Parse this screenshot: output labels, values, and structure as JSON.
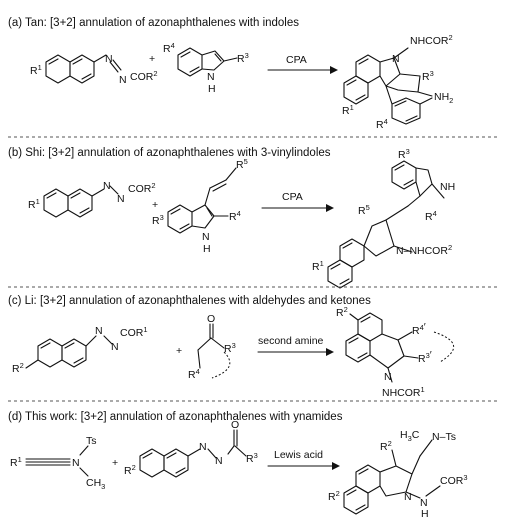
{
  "panels": {
    "a": {
      "title": "(a) Tan: [3+2] annulation of azonaphthalenes with indoles",
      "reagent": "CPA"
    },
    "b": {
      "title": "(b) Shi: [3+2] annulation of azonaphthalenes with 3-vinylindoles",
      "reagent": "CPA"
    },
    "c": {
      "title": "(c) Li: [3+2] annulation of azonaphthalenes with aldehydes and ketones",
      "reagent": "second amine"
    },
    "d": {
      "title": "(d) This work: [3+2] annulation of azonaphthalenes with ynamides",
      "reagent": "Lewis acid"
    }
  },
  "labels": {
    "plus": "+",
    "R1": "R",
    "R2": "R",
    "R3": "R",
    "R4": "R",
    "R5": "R",
    "n1": "1",
    "n2": "2",
    "n3": "3",
    "n4": "4",
    "n5": "5",
    "N": "N",
    "NH": "NH",
    "H": "H",
    "O": "O",
    "Ts": "Ts",
    "CH3": "CH",
    "n3sub": "3",
    "H3C": "H",
    "h3c_c": "C",
    "COR": "COR",
    "NHCOR": "NHCOR",
    "NH2": "NH",
    "n2sub": "2",
    "prime": "′"
  }
}
